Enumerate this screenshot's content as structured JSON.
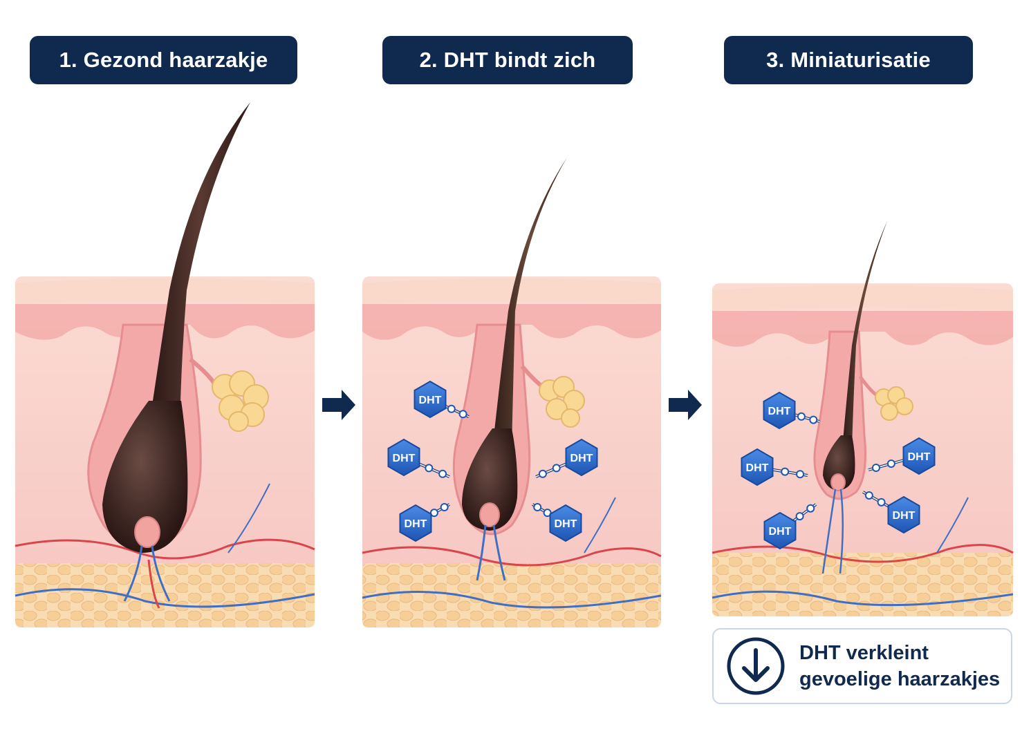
{
  "stages": [
    {
      "title": "1. Gezond haarzakje"
    },
    {
      "title": "2. DHT bindt zich"
    },
    {
      "title": "3. Miniaturisatie"
    }
  ],
  "molecule_label": "DHT",
  "note": {
    "icon": "arrow-down-circle-icon",
    "line1": "DHT verkleint",
    "line2": "gevoelige haarzakjes"
  },
  "colors": {
    "title_bg": "#102a4f",
    "skin": "#f7c9c5",
    "epidermis": "#f4a9a5",
    "fat": "#f7d3a0",
    "hair": "#3b2320",
    "molecule": "#2f6fd0",
    "artery": "#d8454a",
    "vein": "#3f6fc4"
  }
}
